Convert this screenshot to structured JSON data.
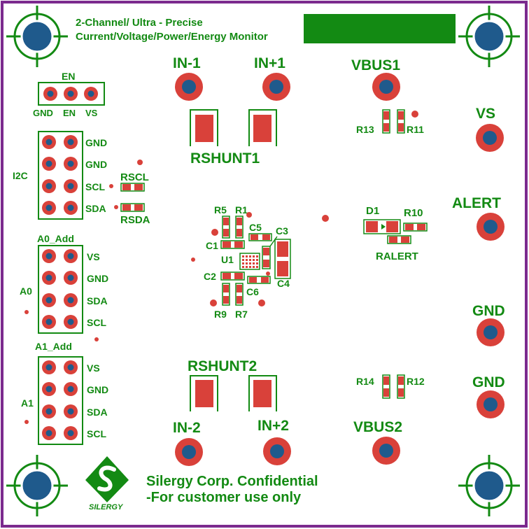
{
  "board": {
    "title_line1": "2-Channel/ Ultra - Precise",
    "title_line2": "Current/Voltage/Power/Energy Monitor",
    "confidential_line1": "Silergy Corp. Confidential",
    "confidential_line2": "-For customer use only",
    "logo_text": "SILERGY"
  },
  "headers": {
    "en": {
      "title": "EN",
      "pins": [
        "GND",
        "EN",
        "VS"
      ]
    },
    "i2c": {
      "title": "I2C",
      "pins": [
        "GND",
        "GND",
        "SCL",
        "SDA"
      ]
    },
    "a0": {
      "title": "A0_Add",
      "side": "A0",
      "pins": [
        "VS",
        "GND",
        "SDA",
        "SCL"
      ]
    },
    "a1": {
      "title": "A1_Add",
      "side": "A1",
      "pins": [
        "VS",
        "GND",
        "SDA",
        "SCL"
      ]
    }
  },
  "terminals": {
    "in_minus_1": "IN-1",
    "in_plus_1": "IN+1",
    "vbus1": "VBUS1",
    "vs": "VS",
    "alert": "ALERT",
    "gnd_1": "GND",
    "gnd_2": "GND",
    "in_minus_2": "IN-2",
    "in_plus_2": "IN+2",
    "vbus2": "VBUS2"
  },
  "components": {
    "rshunt1": "RSHUNT1",
    "rshunt2": "RSHUNT2",
    "rscl": "RSCL",
    "rsda": "RSDA",
    "r5": "R5",
    "r1": "R1",
    "c5": "C5",
    "c3": "C3",
    "c1": "C1",
    "u1": "U1",
    "c2": "C2",
    "c4": "C4",
    "c6": "C6",
    "r9": "R9",
    "r7": "R7",
    "r13": "R13",
    "r11": "R11",
    "d1": "D1",
    "r10": "R10",
    "ralert": "RALERT",
    "r14": "R14",
    "r12": "R12"
  },
  "colors": {
    "silkscreen": "#138a13",
    "pad": "#d9413a",
    "drill": "#1f5a8c",
    "border": "#7b2a8e",
    "background": "#ffffff"
  }
}
